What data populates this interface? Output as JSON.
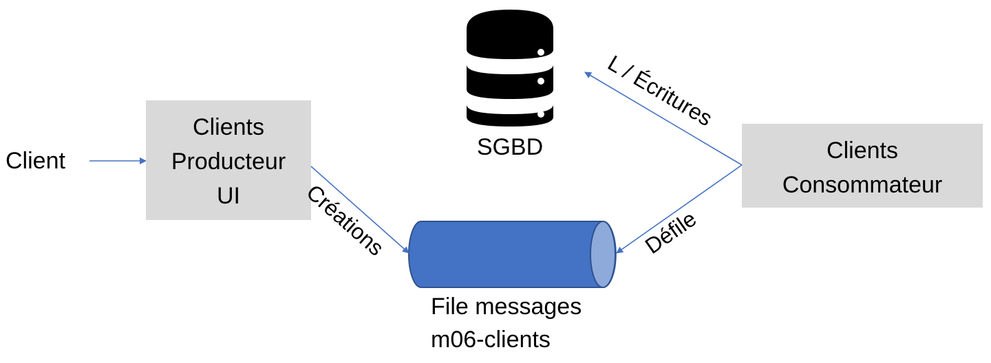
{
  "colors": {
    "box_fill": "#d9d9d9",
    "arrow": "#4472c4",
    "queue_body": "#4472c4",
    "queue_cap": "#8eaadb",
    "queue_stroke": "#2f528f",
    "database": "#000000",
    "text": "#000000"
  },
  "client": {
    "label": "Client"
  },
  "producer": {
    "line1": "Clients",
    "line2": "Producteur",
    "line3": "UI"
  },
  "consumer": {
    "line1": "Clients",
    "line2": "Consommateur"
  },
  "database": {
    "icon": "database-icon",
    "label": "SGBD"
  },
  "queue": {
    "icon": "cylinder-queue-icon",
    "line1": "File messages",
    "line2": "m06-clients"
  },
  "edges": {
    "creations": "Créations",
    "rw": "L / Écritures",
    "defile": "Défile"
  }
}
